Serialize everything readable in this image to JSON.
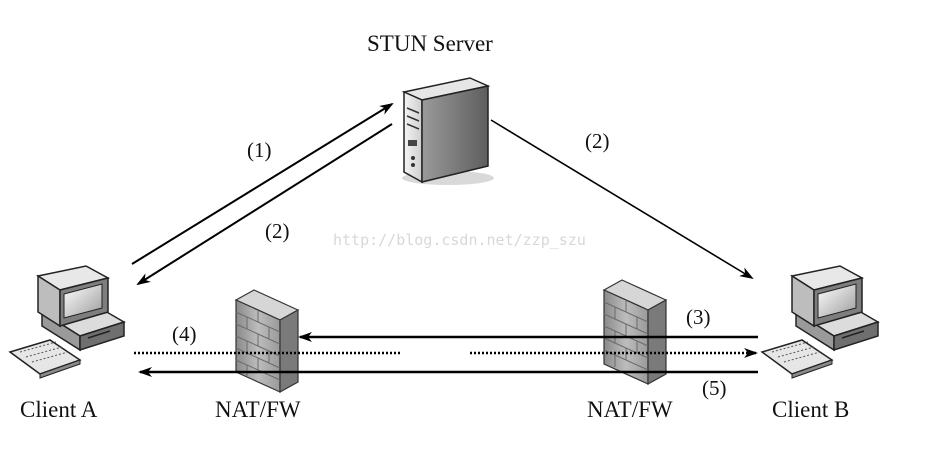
{
  "title": "STUN Server",
  "nodes": {
    "client_a": "Client A",
    "client_b": "Client B",
    "nat_left": "NAT/FW",
    "nat_right": "NAT/FW"
  },
  "steps": {
    "s1": "(1)",
    "s2_server": "(2)",
    "s2_client": "(2)",
    "s3": "(3)",
    "s4": "(4)",
    "s5": "(5)"
  },
  "watermark": "http://blog.csdn.net/zzp_szu"
}
